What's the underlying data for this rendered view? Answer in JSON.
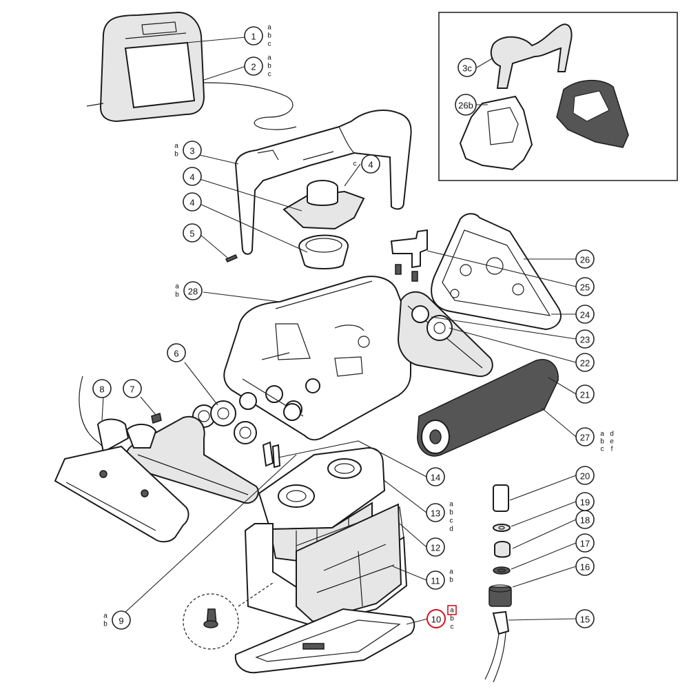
{
  "callouts": [
    {
      "id": "c1",
      "label": "1",
      "variants": [
        "a",
        "b",
        "c"
      ]
    },
    {
      "id": "c2",
      "label": "2",
      "variants": [
        "a",
        "b",
        "c"
      ]
    },
    {
      "id": "c3",
      "label": "3",
      "prefix": [
        "a",
        "b"
      ]
    },
    {
      "id": "c4a",
      "label": "4",
      "prefix": [
        "c"
      ]
    },
    {
      "id": "c4b",
      "label": "4"
    },
    {
      "id": "c4c",
      "label": "4"
    },
    {
      "id": "c5",
      "label": "5"
    },
    {
      "id": "c28",
      "label": "28",
      "prefix": [
        "a",
        "b"
      ]
    },
    {
      "id": "c6",
      "label": "6"
    },
    {
      "id": "c7",
      "label": "7"
    },
    {
      "id": "c8",
      "label": "8"
    },
    {
      "id": "c9",
      "label": "9",
      "prefix": [
        "a",
        "b"
      ]
    },
    {
      "id": "c10",
      "label": "10",
      "variants": [
        "a",
        "b",
        "c"
      ],
      "highlight": true
    },
    {
      "id": "c11",
      "label": "11",
      "variants": [
        "a",
        "b"
      ]
    },
    {
      "id": "c12",
      "label": "12"
    },
    {
      "id": "c13",
      "label": "13",
      "variants": [
        "a",
        "b",
        "c",
        "d"
      ]
    },
    {
      "id": "c14",
      "label": "14"
    },
    {
      "id": "c15",
      "label": "15"
    },
    {
      "id": "c16",
      "label": "16"
    },
    {
      "id": "c17",
      "label": "17"
    },
    {
      "id": "c18",
      "label": "18"
    },
    {
      "id": "c19",
      "label": "19"
    },
    {
      "id": "c20",
      "label": "20"
    },
    {
      "id": "c21",
      "label": "21"
    },
    {
      "id": "c22",
      "label": "22"
    },
    {
      "id": "c23",
      "label": "23"
    },
    {
      "id": "c24",
      "label": "24"
    },
    {
      "id": "c25",
      "label": "25"
    },
    {
      "id": "c26",
      "label": "26"
    },
    {
      "id": "c27",
      "label": "27",
      "variants2": [
        [
          "a",
          "d"
        ],
        [
          "b",
          "e"
        ],
        [
          "c",
          "f"
        ]
      ]
    },
    {
      "id": "c3c",
      "label": "3c"
    },
    {
      "id": "c26b",
      "label": "26b"
    }
  ],
  "colors": {
    "highlight": "#d4111b",
    "line": "#1a1a1a"
  }
}
